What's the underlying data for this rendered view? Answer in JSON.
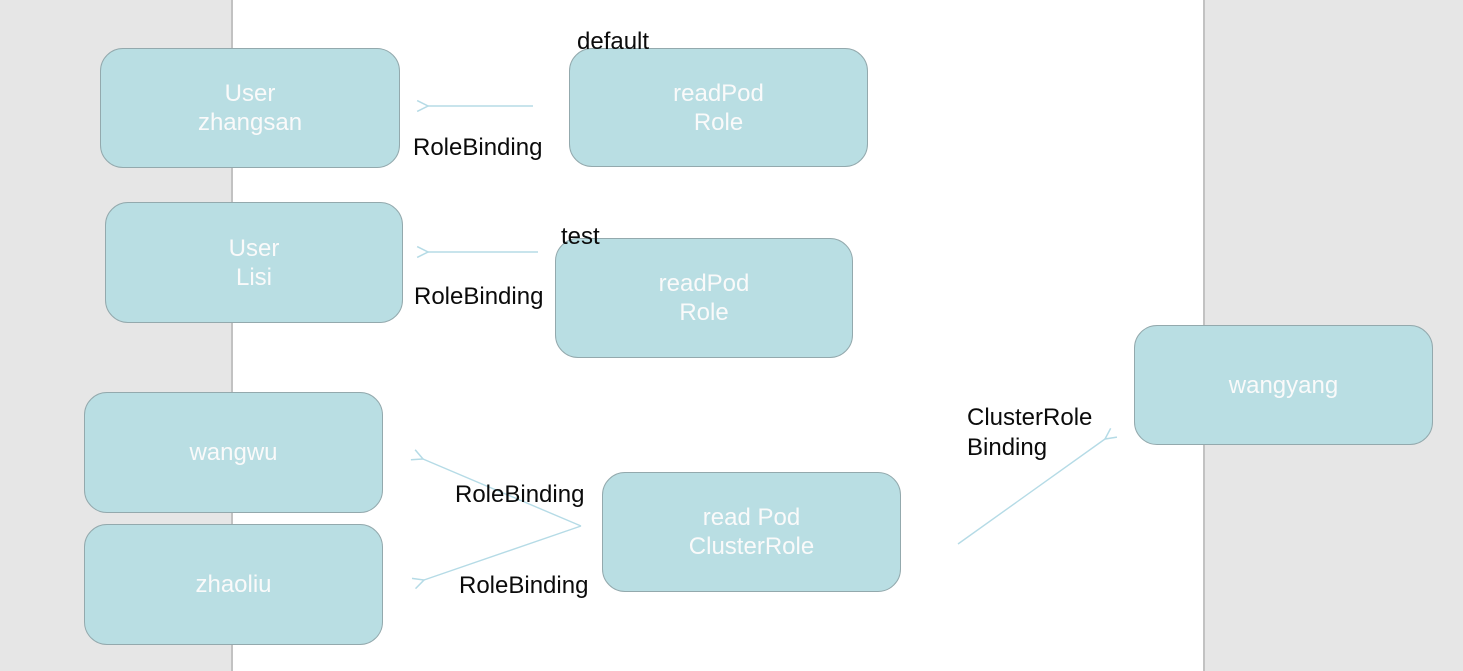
{
  "diagram": {
    "colors": {
      "bg": "#e6e6e6",
      "canvas": "#ffffff",
      "edge": "#c2c2c2",
      "node_fill": "#b9dee3",
      "node_border": "#93a9ad",
      "node_text": "#fafafa",
      "arrow": "#b5dbe6",
      "label": "#0b0b0b"
    },
    "nodes": [
      {
        "id": "user-zhangsan",
        "lines": [
          "User",
          "zhangsan"
        ]
      },
      {
        "id": "role-default",
        "lines": [
          "readPod",
          "Role"
        ]
      },
      {
        "id": "user-lisi",
        "lines": [
          "User",
          "Lisi"
        ]
      },
      {
        "id": "role-test",
        "lines": [
          "readPod",
          "Role"
        ]
      },
      {
        "id": "user-wangwu",
        "lines": [
          "wangwu"
        ]
      },
      {
        "id": "user-zhaoliu",
        "lines": [
          "zhaoliu"
        ]
      },
      {
        "id": "cluster-role",
        "lines": [
          "read Pod",
          "ClusterRole"
        ]
      },
      {
        "id": "user-wangyang",
        "lines": [
          "wangyang"
        ]
      }
    ],
    "labels": {
      "namespace_default": "default",
      "namespace_test": "test",
      "role_binding_1": "RoleBinding",
      "role_binding_2": "RoleBinding",
      "role_binding_3": "RoleBinding",
      "role_binding_4": "RoleBinding",
      "cluster_role_binding_line1": "ClusterRole",
      "cluster_role_binding_line2": "Binding"
    }
  }
}
